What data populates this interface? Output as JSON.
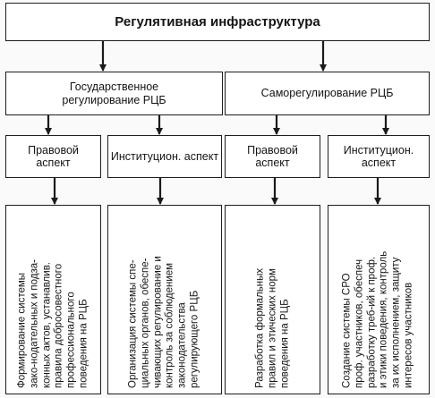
{
  "title": "Регулятивная инфраструктура",
  "branches": [
    {
      "label": [
        "Государственное",
        "регулирование РЦБ"
      ],
      "aspects": [
        {
          "label": [
            "Правовой",
            "аспект"
          ],
          "detail": [
            "Формирование системы",
            "зако-нодательных и подза-",
            "конных актов, устанавлив.",
            "правила добросовестного",
            "профессионального",
            "поведения на РЦБ"
          ]
        },
        {
          "label": [
            "Институцион. аспект"
          ],
          "detail": [
            "Организация системы спе-",
            "циальных органов, обеспе-",
            "чивающих регулирование и",
            "контроль за соблюдением",
            "законодательства",
            "регулирующего РЦБ"
          ]
        }
      ]
    },
    {
      "label": [
        "Саморегулирование РЦБ"
      ],
      "aspects": [
        {
          "label": [
            "Правовой",
            "аспект"
          ],
          "detail": [
            "Разработка формальных",
            "правил и этических норм",
            "поведения на РЦБ"
          ]
        },
        {
          "label": [
            "Институцион.",
            "аспект"
          ],
          "detail": [
            "Создание системы СРО",
            "проф. участников, обеспеч",
            "разработку треб-ий к проф.",
            "и этики поведения, контроль",
            "за их исполнением, защиту",
            "интересов участников"
          ]
        }
      ]
    }
  ]
}
